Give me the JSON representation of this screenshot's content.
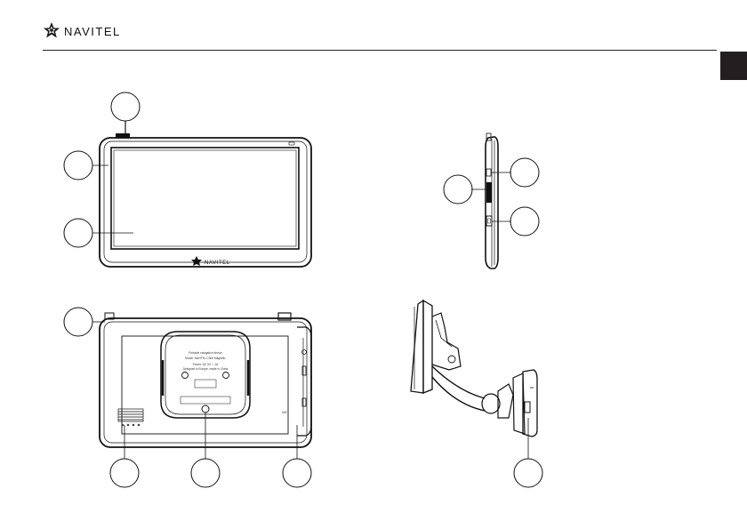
{
  "brand": {
    "name": "NAVITEL",
    "icon": "navitel-star-logo-icon"
  },
  "front_view": {
    "screen_logo": "NAVITEL"
  },
  "back_view": {
    "label_lines": [
      "Portable navigation device",
      "Model: NAVITEL C500 Magnetic",
      "Power: DC 5V ⎓ 1A",
      "Designed in Europe, made in China"
    ],
    "mic_label": "MIC"
  },
  "callouts": {
    "front": [
      "",
      "",
      ""
    ],
    "side": [
      "",
      "",
      ""
    ],
    "back": [
      "",
      "",
      "",
      ""
    ],
    "mount": [
      ""
    ]
  }
}
